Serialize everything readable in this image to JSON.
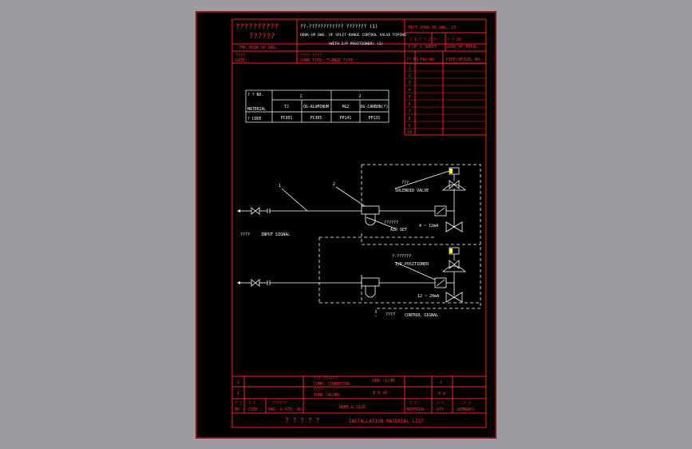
{
  "title_block": {
    "company_cn": "??????????",
    "company_cn2": "??????",
    "company_en": "PMC HOOK-UP DWG.",
    "title_cn": "??-????????????     ???????  (1)",
    "title_en1": "HOOK-UP DWG. OF SPLIT-RANGE CONTROL VALVE PIPING",
    "title_en2": "(WITH I/P POSITIONER) (1)",
    "doc_no": "TB/T 2006-95   DWG. 23",
    "sheet_cn": "? 1 ?   ? 2 ?",
    "sheet_en": "1 OF 1 SHEET",
    "no_label": "? ? 26",
    "no_value": "2006  06 TOTAL",
    "date_cn": "????",
    "date_en": "DATE:",
    "conn_cn": "????  ????",
    "conn_en": "CONN TYPE: FLANGE TYPE"
  },
  "right_table": {
    "col1": "?? NO.",
    "col2": "TAG NO.",
    "col3": "PIPE/VESSEL NO.",
    "rows": [
      "1",
      "2",
      "3",
      "4",
      "5",
      "6",
      "7",
      "8",
      "9",
      "10"
    ]
  },
  "material_table": {
    "row_hdr1": "? ? NO.",
    "row_hdr2": "MATERIAL",
    "row_hdr3": "? CODE",
    "groups": [
      "1",
      "2"
    ],
    "materials": [
      "TJ",
      "OG-ALUMINUM",
      "HG2",
      "OG-CARBON(?)"
    ],
    "codes": [
      "PC301",
      "PC305",
      "PP141",
      "PP131"
    ]
  },
  "diagram": {
    "balloon1": "1",
    "balloon2": "2",
    "solenoid_cn": "???",
    "solenoid_en": "SOLENOID VALVE",
    "airset_cn": "??????",
    "airset_en": "AIR SET",
    "signal_top": "4 ~ 12mA",
    "input_cn": "????",
    "input_en": "INPUT SIGNAL",
    "positioner_cn": "?-??????",
    "positioner_en": "I/P POSITIONER",
    "signal_bottom": "12 ~ 20mA",
    "control_cn": "????",
    "control_en": "CONTROL SIGNAL"
  },
  "bom": {
    "r2_no": "2",
    "r2_name_cn": "??? ??????",
    "r2_name_en": "COMP. CONNECTOR",
    "r2_size": "DN8 -1/4M",
    "r2_qty": "2",
    "r1_no": "1",
    "r1_name_cn": "????",
    "r1_name_en": "TUBE (ALUM)",
    "r1_size": "Ø 8 x6",
    "r1_qty": "8 m",
    "h_no_cn": "? ?",
    "h_no_en": "NO.",
    "h_code_cn": "? ?",
    "h_code_en": "CODE",
    "h_dwg_cn": "??????",
    "h_dwg_en": "DWG. & STD. NO.",
    "h_name_en": "NAME & SIZE",
    "h_mat_cn": "? ?",
    "h_mat_en": "MATERIAL",
    "h_qty_cn": "? ?",
    "h_qty_en": "QTY",
    "h_rem_cn": "? ?",
    "h_rem_en": "REMARKS",
    "footer_cn": "? ? ? ? ?",
    "footer_en": "INSTALLATION   MATERIAL   LIST"
  },
  "colors": {
    "frame": "#ff0000",
    "line": "#ffffff",
    "accent": "#ffff00"
  }
}
